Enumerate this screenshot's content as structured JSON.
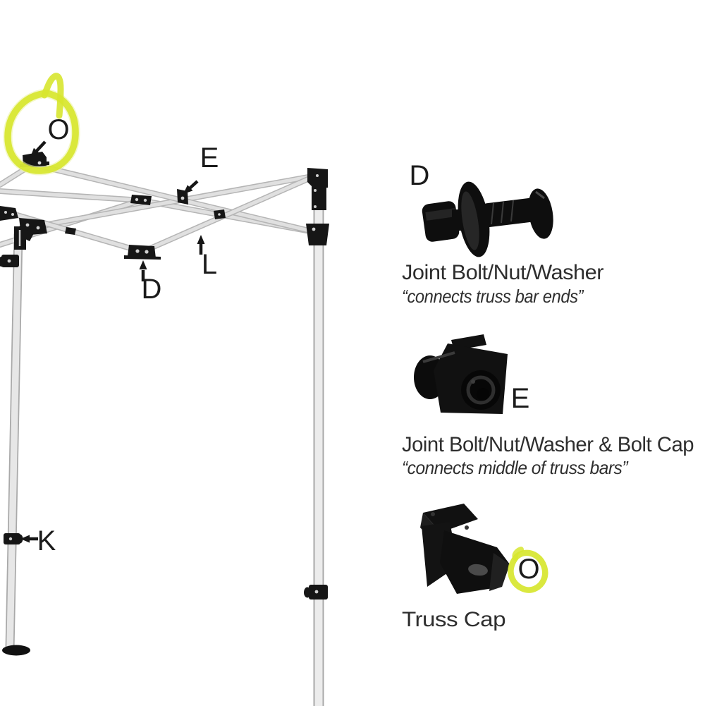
{
  "diagram": {
    "callouts": {
      "truss_cap": "O",
      "middle_joint": "E",
      "truss_bar": "L",
      "end_joint": "D",
      "height_clamp": "K"
    }
  },
  "parts": [
    {
      "letter": "D",
      "name": "Joint Bolt/Nut/Washer",
      "note": "“connects truss bar ends”"
    },
    {
      "letter": "E",
      "name": "Joint Bolt/Nut/Washer & Bolt Cap",
      "note": "“connects middle of truss bars”"
    },
    {
      "letter": "O",
      "name": "Truss Cap",
      "note": ""
    }
  ],
  "colors": {
    "highlighter": "#d7e62f",
    "ink": "#1b1b1b",
    "bar_fill": "#e0e0e0",
    "bar_edge": "#b5b5b5"
  }
}
